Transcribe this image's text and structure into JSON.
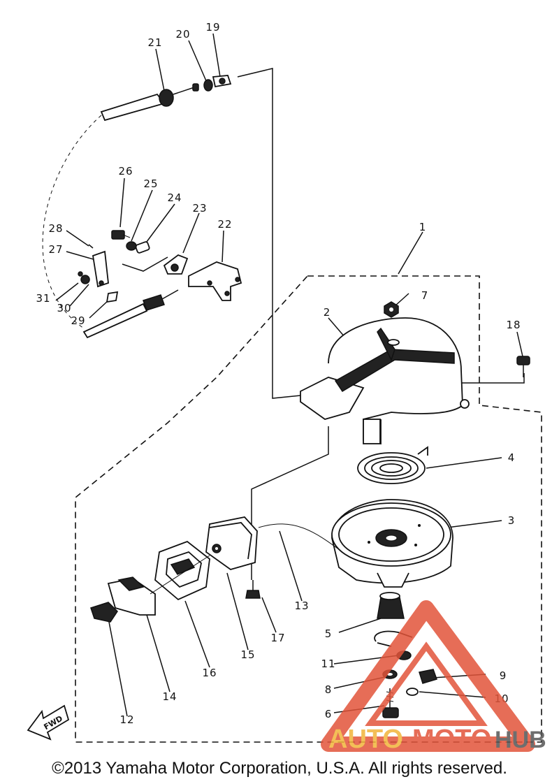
{
  "diagram": {
    "part_numbers": [
      "1",
      "2",
      "3",
      "4",
      "5",
      "6",
      "7",
      "8",
      "9",
      "10",
      "11",
      "12",
      "13",
      "14",
      "15",
      "16",
      "17",
      "18",
      "19",
      "20",
      "21",
      "22",
      "23",
      "24",
      "25",
      "26",
      "27",
      "28",
      "29",
      "30",
      "31"
    ],
    "fwd_label": "FWD"
  },
  "watermark": {
    "text_auto": "AUTO",
    "text_moto": "MOTO",
    "text_hub": "HUB",
    "colors": {
      "primary": "#e2543a",
      "accent": "#f2b43a",
      "dark": "#555555"
    }
  },
  "footer": {
    "copyright": "©2013 Yamaha Motor Corporation, U.S.A. All rights reserved."
  }
}
